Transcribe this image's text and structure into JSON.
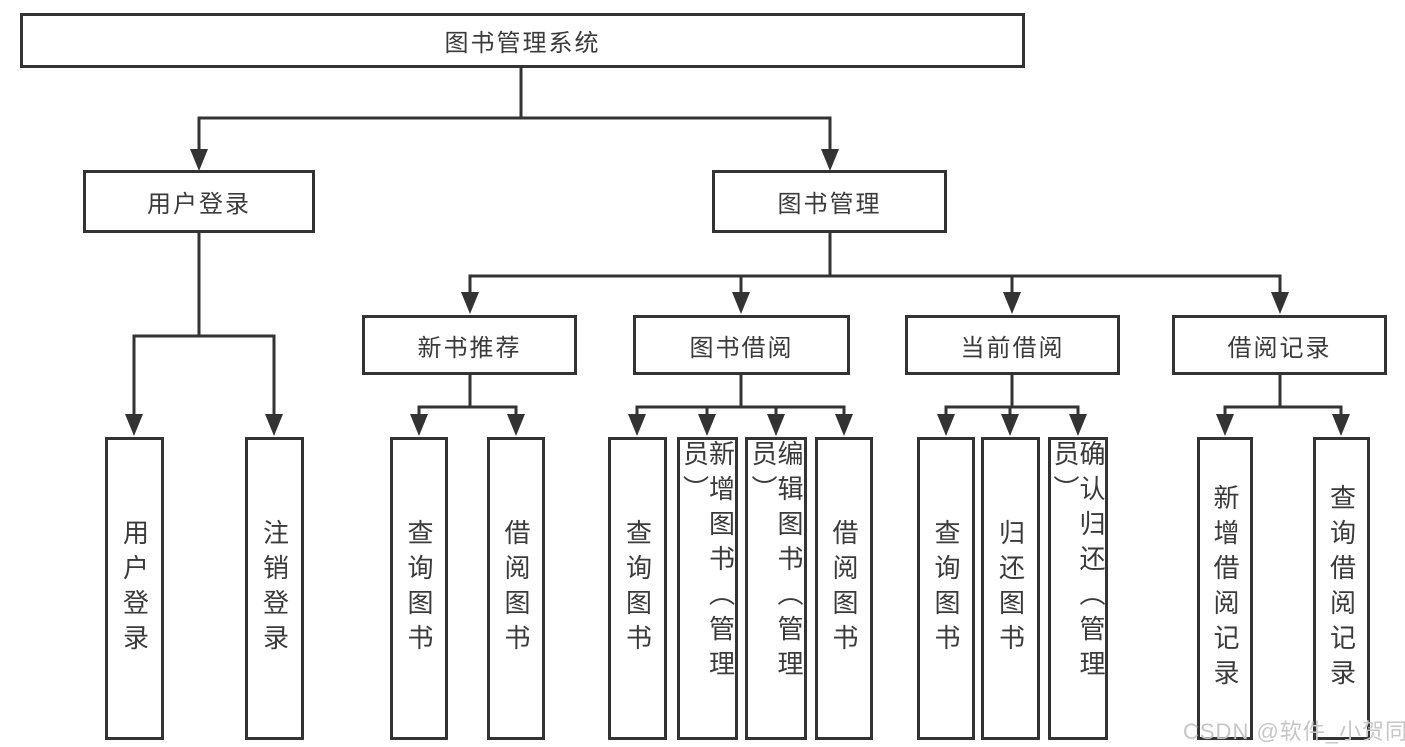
{
  "diagram": {
    "root": {
      "label": "图书管理系统"
    },
    "level2": [
      {
        "label": "用户登录"
      },
      {
        "label": "图书管理"
      }
    ],
    "level3": [
      {
        "label": "新书推荐"
      },
      {
        "label": "图书借阅"
      },
      {
        "label": "当前借阅"
      },
      {
        "label": "借阅记录"
      }
    ],
    "leaves": {
      "user_login": [
        {
          "label": "用户登录"
        },
        {
          "label": "注销登录"
        }
      ],
      "new_book": [
        {
          "label": "查询图书"
        },
        {
          "label": "借阅图书"
        }
      ],
      "book_borrow": [
        {
          "label": "查询图书"
        },
        {
          "label": "新增图书（管理员）"
        },
        {
          "label": "编辑图书（管理员）"
        },
        {
          "label": "借阅图书"
        }
      ],
      "current_borrow": [
        {
          "label": "查询图书"
        },
        {
          "label": "归还图书"
        },
        {
          "label": "确认归还（管理员）"
        }
      ],
      "borrow_record": [
        {
          "label": "新增借阅记录"
        },
        {
          "label": "查询借阅记录"
        }
      ]
    }
  },
  "watermark": {
    "text": "CSDN @软件_小贺同学"
  },
  "colors": {
    "line": "#333333",
    "text": "#3a3a3a",
    "background": "#ffffff",
    "watermark": "#c6c6c6"
  }
}
